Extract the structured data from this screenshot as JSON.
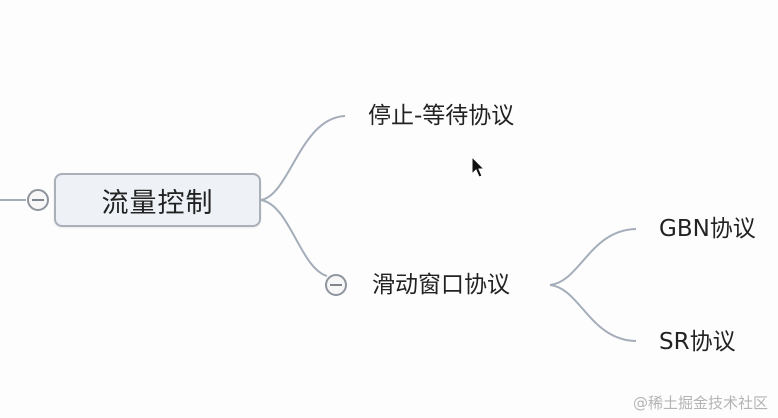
{
  "mindmap": {
    "root": {
      "label": "流量控制"
    },
    "children": [
      {
        "label": "停止-等待协议"
      },
      {
        "label": "滑动窗口协议",
        "children": [
          {
            "label": "GBN协议"
          },
          {
            "label": "SR协议"
          }
        ]
      }
    ]
  },
  "icons": {
    "collapse": "minus-circle-icon",
    "cursor": "mouse-pointer-icon"
  },
  "colors": {
    "connector": "#a4adb9",
    "root_fill": "#eef2f7",
    "root_border": "#a9b0b8",
    "text": "#222222",
    "background": "#fdfdfd"
  },
  "watermark": "@稀土掘金技术社区"
}
